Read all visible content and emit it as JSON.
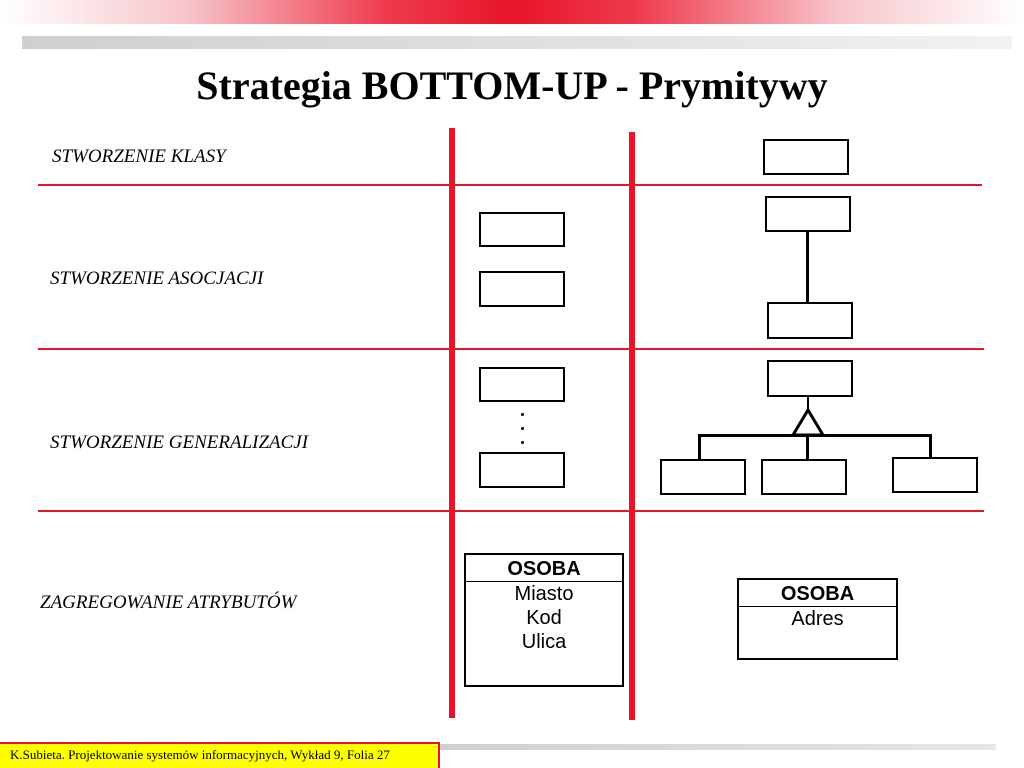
{
  "title": "Strategia BOTTOM-UP - Prymitywy",
  "rows": [
    {
      "label": "STWORZENIE KLASY"
    },
    {
      "label": "STWORZENIE ASOCJACJI"
    },
    {
      "label": "STWORZENIE GENERALIZACJI"
    },
    {
      "label": "ZAGREGOWANIE ATRYBUTÓW"
    }
  ],
  "before_class": {
    "name": "OSOBA",
    "attributes": [
      "Miasto",
      "Kod",
      "Ulica"
    ]
  },
  "after_class": {
    "name": "OSOBA",
    "attributes": [
      "Adres"
    ]
  },
  "footer": "K.Subieta. Projektowanie systemów informacyjnych, Wykład 9, Folia 27",
  "colors": {
    "accent_red": "#e8142a",
    "footer_yellow": "#ffff00"
  }
}
